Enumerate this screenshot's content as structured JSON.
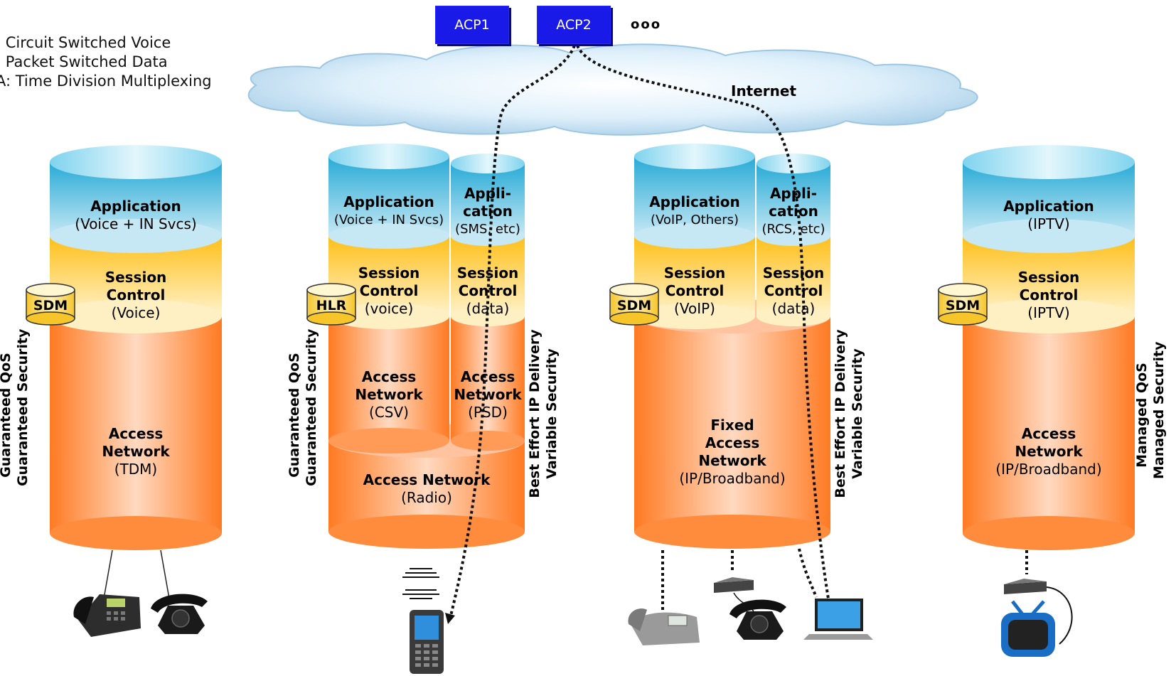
{
  "legend": [
    ": Circuit Switched Voice",
    ": Packet Switched Data",
    "A: Time Division Multiplexing"
  ],
  "acp": [
    "ACP1",
    "ACP2"
  ],
  "ellipsis": "ooo",
  "internet_label": "Internet",
  "col1": {
    "app_title": "Application",
    "app_sub": "(Voice + IN Svcs)",
    "sc_l1": "Session",
    "sc_l2": "Control",
    "sc_sub": "(Voice)",
    "an_l1": "Access",
    "an_l2": "Network",
    "an_sub": "(TDM)",
    "db": "SDM",
    "side1": "Guaranteed QoS",
    "side2": "Guaranteed Security"
  },
  "col2": {
    "app_a_title": "Application",
    "app_a_sub": "(Voice + IN Svcs)",
    "app_b_l1": "Appli-",
    "app_b_l2": "cation",
    "app_b_sub": "(SMS, etc)",
    "sc_a_l1": "Session",
    "sc_a_l2": "Control",
    "sc_a_sub": "(voice)",
    "sc_b_l1": "Session",
    "sc_b_l2": "Control",
    "sc_b_sub": "(data)",
    "an_a_l1": "Access",
    "an_a_l2": "Network",
    "an_a_sub": "(CSV)",
    "an_b_l1": "Access",
    "an_b_l2": "Network",
    "an_b_sub": "(PSD)",
    "radio_title": "Access Network",
    "radio_sub": "(Radio)",
    "db": "HLR",
    "side_left1": "Guaranteed QoS",
    "side_left2": "Guaranteed Security",
    "side_right1": "Best Effort IP Delivery",
    "side_right2": "Variable Security"
  },
  "col3": {
    "app_a_title": "Application",
    "app_a_sub": "(VoIP, Others)",
    "app_b_l1": "Appli-",
    "app_b_l2": "cation",
    "app_b_sub": "(RCS, etc)",
    "sc_a_l1": "Session",
    "sc_a_l2": "Control",
    "sc_a_sub": "(VoIP)",
    "sc_b_l1": "Session",
    "sc_b_l2": "Control",
    "sc_b_sub": "(data)",
    "an_l1": "Fixed",
    "an_l2": "Access",
    "an_l3": "Network",
    "an_sub": "(IP/Broadband)",
    "db": "SDM",
    "side1": "Best Effort IP Delivery",
    "side2": "Variable Security"
  },
  "col4": {
    "app_title": "Application",
    "app_sub": "(IPTV)",
    "sc_l1": "Session",
    "sc_l2": "Control",
    "sc_sub": "(IPTV)",
    "an_l1": "Access",
    "an_l2": "Network",
    "an_sub": "(IP/Broadband)",
    "db": "SDM",
    "side1": "Managed QoS",
    "side2": "Managed Security"
  },
  "colors": {
    "app_top": "#2ab0d8",
    "app_bottom": "#bfe6f3",
    "sc_top": "#ffc21a",
    "sc_bottom": "#fff0c4",
    "an_top": "#ff7a1e",
    "an_bottom": "#ffd7bc",
    "acp": "#1a1ae8"
  }
}
